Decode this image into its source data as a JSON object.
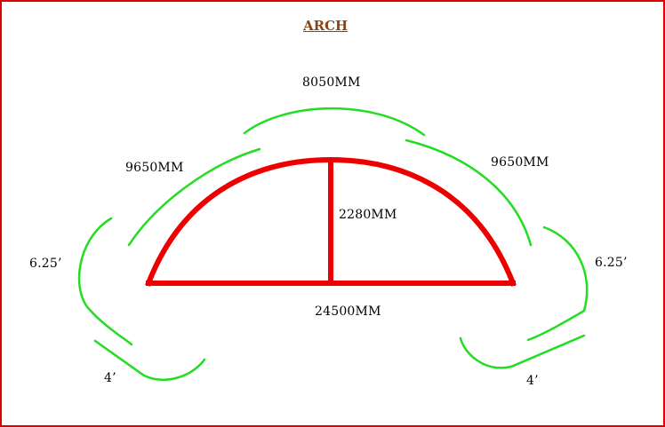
{
  "title": "ARCH",
  "dimensions": {
    "top_span": "8050MM",
    "left_arc": "9650MM",
    "right_arc": "9650MM",
    "rise": "2280MM",
    "base_span": "24500MM",
    "left_side": "6.25’",
    "right_side": "6.25’",
    "left_foot": "4’",
    "right_foot": "4’"
  },
  "colors": {
    "border": "#e00000",
    "arch": "#ee0000",
    "dimension_lines": "#22dd22",
    "title": "#8b4513",
    "text": "#000000"
  }
}
